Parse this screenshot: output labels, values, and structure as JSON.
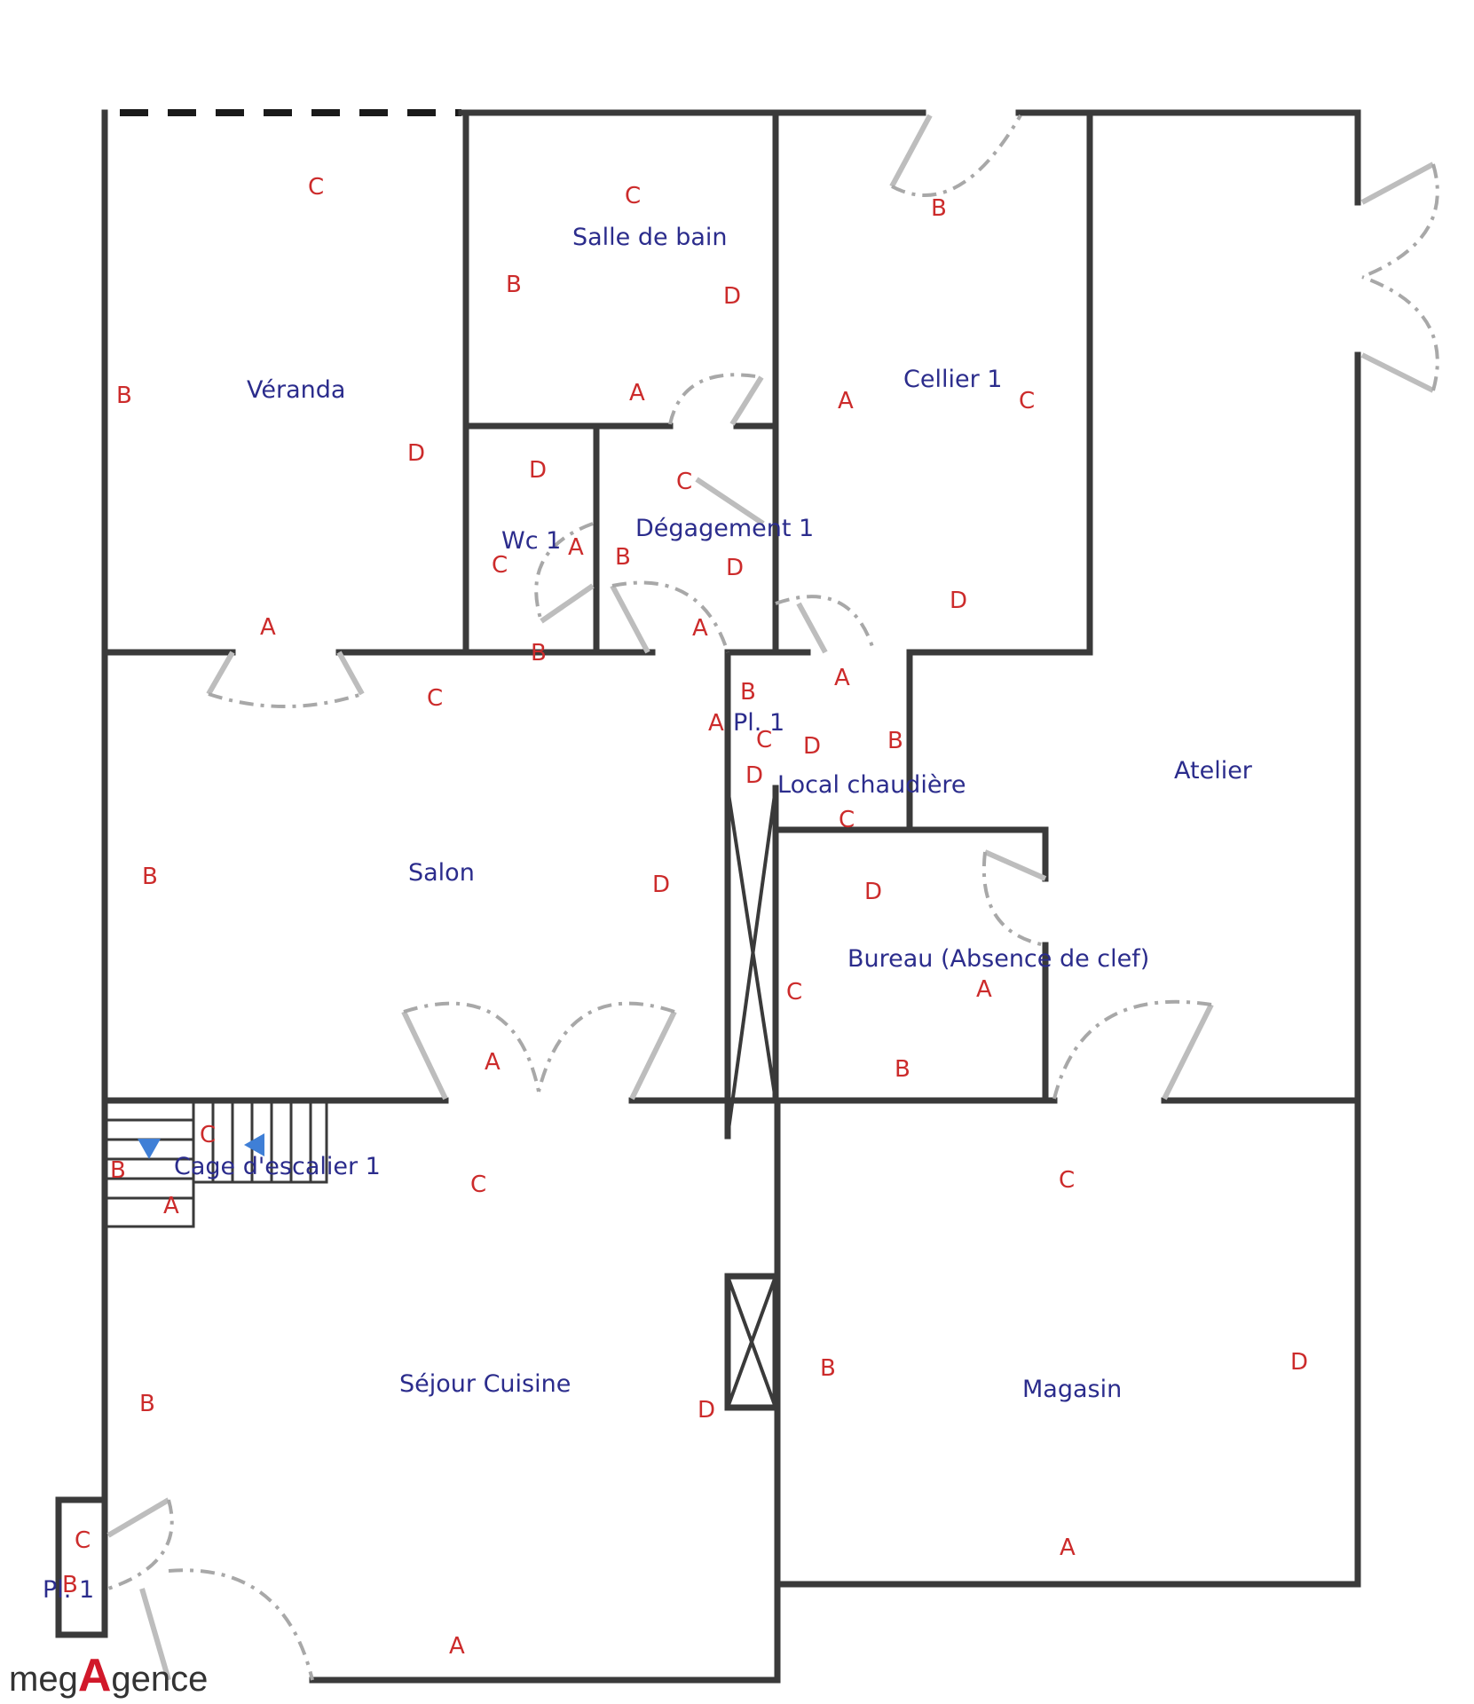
{
  "rooms": {
    "veranda": "Véranda",
    "salle_de_bain": "Salle de bain",
    "cellier": "Cellier 1",
    "wc": "Wc 1",
    "degagement": "Dégagement 1",
    "salon": "Salon",
    "placard_1": "Pl. 1",
    "local_chaudiere": "Local chaudière",
    "atelier": "Atelier",
    "bureau": "Bureau (Absence de clef)",
    "cage_escalier": "Cage d'escalier 1",
    "sejour_cuisine": "Séjour Cuisine",
    "magasin": "Magasin",
    "placard_entree": "Pl. 1"
  },
  "wall_letters": {
    "veranda": {
      "a": "A",
      "b": "B",
      "c": "C",
      "d": "D"
    },
    "salle_de_bain": {
      "a": "A",
      "b": "B",
      "c": "C",
      "d": "D"
    },
    "cellier": {
      "a": "A",
      "b": "B",
      "c": "C",
      "d": "D"
    },
    "wc": {
      "a": "A",
      "b": "B",
      "c": "C",
      "d": "D"
    },
    "degagement": {
      "a": "A",
      "b": "B",
      "c": "C",
      "d": "D"
    },
    "salon": {
      "a": "A",
      "b": "B",
      "c": "C",
      "d": "D"
    },
    "placard_1": {
      "a": "A",
      "b": "B",
      "c": "C",
      "d": "D"
    },
    "local_chaudiere": {
      "a": "A",
      "b": "B",
      "c": "C",
      "d": "D"
    },
    "bureau": {
      "a": "A",
      "b": "B",
      "c": "C",
      "d": "D"
    },
    "cage_escalier": {
      "a": "A",
      "b": "B",
      "c": "C"
    },
    "sejour_cuisine": {
      "a": "A",
      "b": "B",
      "c": "C",
      "d": "D"
    },
    "magasin": {
      "a": "A",
      "b": "B",
      "c": "C",
      "d": "D"
    },
    "placard_entree": {
      "b": "B",
      "c": "C"
    }
  },
  "logo": {
    "prefix": "meg",
    "mark": "A",
    "suffix": "gence"
  },
  "colors": {
    "room_label": "#2b2c8c",
    "wall_letter": "#cc2b2b",
    "wall": "#3a3a3a",
    "logo_mark": "#d1182a"
  }
}
